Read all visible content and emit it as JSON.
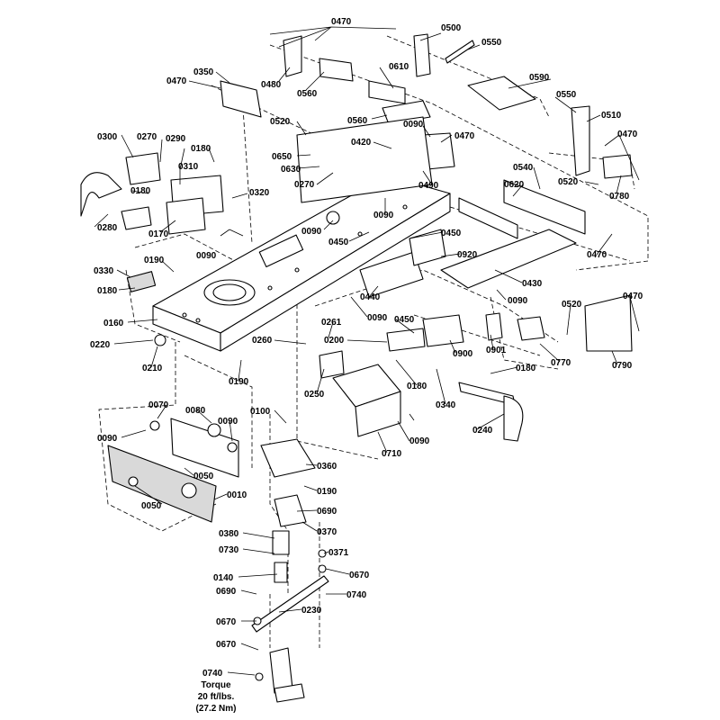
{
  "labels": {
    "l0470_top": "0470",
    "l0500": "0500",
    "l0550_top": "0550",
    "l0590": "0590",
    "l0350": "0350",
    "l0470_left": "0470",
    "l0480": "0480",
    "l0560_a": "0560",
    "l0610": "0610",
    "l0550_r": "0550",
    "l0510": "0510",
    "l0560_b": "0560",
    "l0090_a": "0090",
    "l0520_a": "0520",
    "l0470_mid": "0470",
    "l0470_r": "0470",
    "l0300": "0300",
    "l0270_a": "0270",
    "l0290": "0290",
    "l0180_a": "0180",
    "l0420": "0420",
    "l0650": "0650",
    "l0630": "0630",
    "l0270_b": "0270",
    "l0490": "0490",
    "l0540": "0540",
    "l0520_b": "0520",
    "l0780": "0780",
    "l0310": "0310",
    "l0180_b": "0180",
    "l0320": "0320",
    "l0620": "0620",
    "l0090_b": "0090",
    "l0090_c": "0090",
    "l0450_a": "0450",
    "l0280": "0280",
    "l0170": "0170",
    "l0090_d": "0090",
    "l0450_b": "0450",
    "l0920": "0920",
    "l0470_b": "0470",
    "l0190_a": "0190",
    "l0330": "0330",
    "l0180_c": "0180",
    "l0430": "0430",
    "l0440": "0440",
    "l0090_e": "0090",
    "l0520_c": "0520",
    "l0470_c": "0470",
    "l0160": "0160",
    "l0090_f": "0090",
    "l0450_c": "0450",
    "l0261": "0261",
    "l0260": "0260",
    "l0200": "0200",
    "l0220": "0220",
    "l0210": "0210",
    "l0901": "0901",
    "l0900": "0900",
    "l0770": "0770",
    "l0790": "0790",
    "l0180_d": "0180",
    "l0190_b": "0190",
    "l0250": "0250",
    "l0180_e": "0180",
    "l0340": "0340",
    "l0070": "0070",
    "l0080": "0080",
    "l0090_g": "0090",
    "l0100": "0100",
    "l0090_h": "0090",
    "l0710": "0710",
    "l0090_i": "0090",
    "l0240": "0240",
    "l0360": "0360",
    "l0050_a": "0050",
    "l0190_c": "0190",
    "l0050_b": "0050",
    "l0010": "0010",
    "l0690_a": "0690",
    "l0370": "0370",
    "l0380": "0380",
    "l0371": "0371",
    "l0730": "0730",
    "l0670_a": "0670",
    "l0140": "0140",
    "l0740_a": "0740",
    "l0690_b": "0690",
    "l0230": "0230",
    "l0670_b": "0670",
    "l0670_c": "0670",
    "l0740_b": "0740"
  },
  "torque_note": {
    "line1": "Torque",
    "line2": "20 ft/lbs.",
    "line3": "(27.2 Nm)"
  }
}
